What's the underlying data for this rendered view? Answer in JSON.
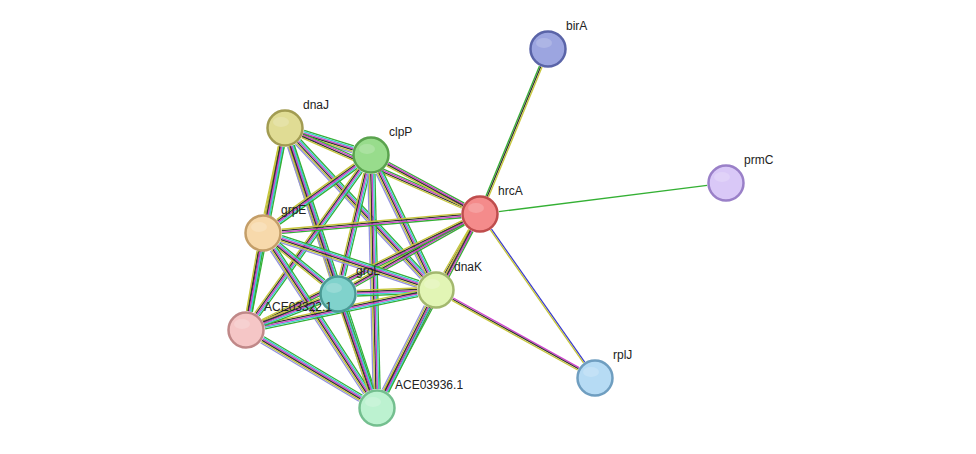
{
  "diagram": {
    "nodes": [
      {
        "text": [
          "birA"
        ]
      },
      {
        "text": [
          "dnaJ"
        ]
      },
      {
        "text": [
          "clpP"
        ]
      },
      {
        "text": [
          "prmC"
        ]
      },
      {
        "text": [
          "hrcA"
        ]
      },
      {
        "text": [
          "grpE"
        ]
      },
      {
        "text": [
          "dnaK"
        ]
      },
      {
        "text": [
          "groL"
        ]
      },
      {
        "text": [
          "ACE03322.1"
        ]
      },
      {
        "text": [
          "rplJ"
        ]
      },
      {
        "text": [
          "ACE03936.1"
        ]
      }
    ],
    "edges": [
      {
        "from": 1,
        "to": 2,
        "arrow": "none"
      },
      {
        "from": 1,
        "to": 4,
        "arrow": "none"
      },
      {
        "from": 1,
        "to": 5,
        "arrow": "none"
      },
      {
        "from": 1,
        "to": 6,
        "arrow": "none"
      },
      {
        "from": 1,
        "to": 7,
        "arrow": "none"
      },
      {
        "from": 1,
        "to": 8,
        "arrow": "none"
      },
      {
        "from": 1,
        "to": 10,
        "arrow": "none"
      },
      {
        "from": 2,
        "to": 4,
        "arrow": "none"
      },
      {
        "from": 2,
        "to": 5,
        "arrow": "none"
      },
      {
        "from": 2,
        "to": 6,
        "arrow": "none"
      },
      {
        "from": 2,
        "to": 7,
        "arrow": "none"
      },
      {
        "from": 2,
        "to": 8,
        "arrow": "none"
      },
      {
        "from": 2,
        "to": 10,
        "arrow": "none"
      },
      {
        "from": 4,
        "to": 5,
        "arrow": "none"
      },
      {
        "from": 4,
        "to": 6,
        "arrow": "none"
      },
      {
        "from": 4,
        "to": 7,
        "arrow": "none"
      },
      {
        "from": 4,
        "to": 8,
        "arrow": "none"
      },
      {
        "from": 4,
        "to": 10,
        "arrow": "none"
      },
      {
        "from": 5,
        "to": 6,
        "arrow": "none"
      },
      {
        "from": 5,
        "to": 7,
        "arrow": "none"
      },
      {
        "from": 5,
        "to": 8,
        "arrow": "none"
      },
      {
        "from": 5,
        "to": 10,
        "arrow": "none"
      },
      {
        "from": 6,
        "to": 7,
        "arrow": "none"
      },
      {
        "from": 6,
        "to": 8,
        "arrow": "none"
      },
      {
        "from": 6,
        "to": 10,
        "arrow": "none"
      },
      {
        "from": 7,
        "to": 8,
        "arrow": "none"
      },
      {
        "from": 7,
        "to": 10,
        "arrow": "none"
      },
      {
        "from": 8,
        "to": 10,
        "arrow": "none"
      },
      {
        "from": 4,
        "to": 0,
        "arrow": "none"
      },
      {
        "from": 4,
        "to": 3,
        "arrow": "none"
      },
      {
        "from": 4,
        "to": 9,
        "arrow": "none"
      },
      {
        "from": 6,
        "to": 9,
        "arrow": "none"
      }
    ]
  }
}
